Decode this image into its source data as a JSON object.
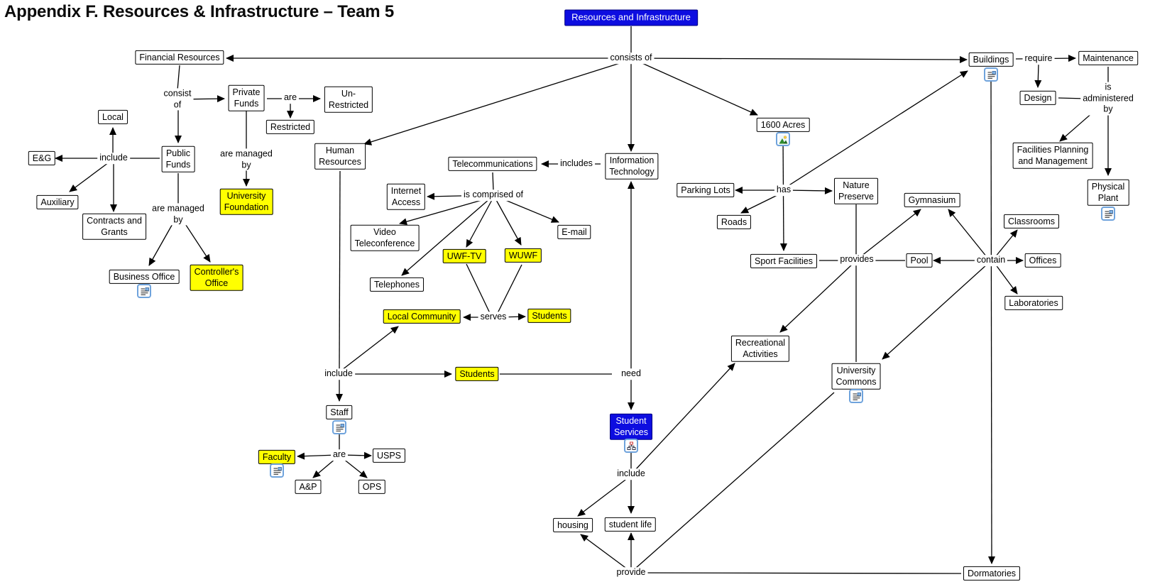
{
  "title": "Appendix F. Resources & Infrastructure – Team 5",
  "colors": {
    "highlight_yellow": "#ffff00",
    "root_blue": "#0d0de0",
    "node_border": "#000000",
    "icon_border": "#6fa3dc",
    "line": "#000000"
  },
  "nodes": {
    "ri": {
      "label": "Resources and Infrastructure"
    },
    "financial_resources": {
      "label": "Financial Resources"
    },
    "private_funds": {
      "label": "Private\nFunds"
    },
    "unrestricted": {
      "label": "Un-\nRestricted"
    },
    "restricted": {
      "label": "Restricted"
    },
    "university_foundation": {
      "label": "University\nFoundation"
    },
    "local": {
      "label": "Local"
    },
    "eg": {
      "label": "E&G"
    },
    "public_funds": {
      "label": "Public\nFunds"
    },
    "auxiliary": {
      "label": "Auxiliary"
    },
    "contracts_grants": {
      "label": "Contracts and\nGrants"
    },
    "business_office": {
      "label": "Business Office"
    },
    "controllers_office": {
      "label": "Controller's\nOffice"
    },
    "human_resources": {
      "label": "Human\nResources"
    },
    "telecommunications": {
      "label": "Telecommunications"
    },
    "information_technology": {
      "label": "Information\nTechnology"
    },
    "internet_access": {
      "label": "Internet\nAccess"
    },
    "video_teleconference": {
      "label": "Video\nTeleconference"
    },
    "email": {
      "label": "E-mail"
    },
    "uwf_tv": {
      "label": "UWF-TV"
    },
    "wuwf": {
      "label": "WUWF"
    },
    "telephones": {
      "label": "Telephones"
    },
    "local_community": {
      "label": "Local Community"
    },
    "students_serves": {
      "label": "Students"
    },
    "students_include": {
      "label": "Students"
    },
    "staff": {
      "label": "Staff"
    },
    "faculty": {
      "label": "Faculty"
    },
    "usps": {
      "label": "USPS"
    },
    "ap": {
      "label": "A&P"
    },
    "ops": {
      "label": "OPS"
    },
    "acres_1600": {
      "label": "1600 Acres"
    },
    "parking_lots": {
      "label": "Parking Lots"
    },
    "nature_preserve": {
      "label": "Nature\nPreserve"
    },
    "roads": {
      "label": "Roads"
    },
    "sport_facilities": {
      "label": "Sport Facilities"
    },
    "pool": {
      "label": "Pool"
    },
    "gymnasium": {
      "label": "Gymnasium"
    },
    "classrooms": {
      "label": "Classrooms"
    },
    "offices": {
      "label": "Offices"
    },
    "laboratories": {
      "label": "Laboratories"
    },
    "recreational_activities": {
      "label": "Recreational\nActivities"
    },
    "university_commons": {
      "label": "University\nCommons"
    },
    "student_services": {
      "label": "Student\nServices"
    },
    "housing": {
      "label": "housing"
    },
    "student_life": {
      "label": "student life"
    },
    "dormatories": {
      "label": "Dormatories"
    },
    "buildings": {
      "label": "Buildings"
    },
    "maintenance": {
      "label": "Maintenance"
    },
    "design": {
      "label": "Design"
    },
    "fpm": {
      "label": "Facilities Planning\nand Management"
    },
    "physical_plant": {
      "label": "Physical\nPlant"
    }
  },
  "link_labels": {
    "consists_of": {
      "text": "consists of"
    },
    "consist_of": {
      "text": "consist\nof"
    },
    "are_private": {
      "text": "are"
    },
    "are_managed_by_private": {
      "text": "are managed\nby"
    },
    "include_public": {
      "text": "include"
    },
    "are_managed_by_public": {
      "text": "are managed\nby"
    },
    "includes": {
      "text": "includes"
    },
    "is_comprised_of": {
      "text": "is comprised of"
    },
    "serves": {
      "text": "serves"
    },
    "include_hr": {
      "text": "include"
    },
    "need": {
      "text": "need"
    },
    "are_staff": {
      "text": "are"
    },
    "has": {
      "text": "has"
    },
    "provides": {
      "text": "provides"
    },
    "contain": {
      "text": "contain"
    },
    "require": {
      "text": "require"
    },
    "is_administered_by": {
      "text": "is administered by"
    },
    "include_ss": {
      "text": "include"
    },
    "provide": {
      "text": "provide"
    }
  },
  "icons": {
    "buildings": "document-icon",
    "business_office": "document-icon",
    "staff": "document-icon",
    "faculty": "document-icon",
    "physical_plant": "document-icon",
    "university_commons": "document-icon",
    "acres_1600": "image-icon",
    "student_services": "org-chart-icon"
  },
  "propositions": [
    {
      "from": [
        "Resources and Infrastructure"
      ],
      "label": "consists of",
      "to": [
        "Financial Resources",
        "Buildings",
        "Human Resources",
        "Information Technology",
        "1600 Acres"
      ]
    },
    {
      "from": [
        "Financial Resources"
      ],
      "label": "consist of",
      "to": [
        "Private Funds",
        "Public Funds"
      ]
    },
    {
      "from": [
        "Private Funds"
      ],
      "label": "are",
      "to": [
        "Un-Restricted",
        "Restricted"
      ]
    },
    {
      "from": [
        "Private Funds"
      ],
      "label": "are managed by",
      "to": [
        "University Foundation"
      ]
    },
    {
      "from": [
        "Public Funds"
      ],
      "label": "include",
      "to": [
        "E&G",
        "Local",
        "Auxiliary",
        "Contracts and Grants"
      ]
    },
    {
      "from": [
        "Public Funds"
      ],
      "label": "are managed by",
      "to": [
        "Business Office",
        "Controller's Office"
      ]
    },
    {
      "from": [
        "Human Resources"
      ],
      "label": "include",
      "to": [
        "Staff",
        "Students",
        "Local Community"
      ]
    },
    {
      "from": [
        "Staff"
      ],
      "label": "are",
      "to": [
        "Faculty",
        "USPS",
        "A&P",
        "OPS"
      ]
    },
    {
      "from": [
        "Information Technology"
      ],
      "label": "includes",
      "to": [
        "Telecommunications"
      ]
    },
    {
      "from": [
        "Telecommunications"
      ],
      "label": "is comprised of",
      "to": [
        "Internet Access",
        "Video Teleconference",
        "Telephones",
        "UWF-TV",
        "WUWF",
        "E-mail"
      ]
    },
    {
      "from": [
        "UWF-TV",
        "WUWF"
      ],
      "label": "serves",
      "to": [
        "Local Community",
        "Students"
      ]
    },
    {
      "from": [
        "Students"
      ],
      "label": "need",
      "to": [
        "Information Technology",
        "Student Services"
      ]
    },
    {
      "from": [
        "Student Services"
      ],
      "label": "include",
      "to": [
        "housing",
        "student life",
        "Recreational Activities"
      ]
    },
    {
      "from": [
        "1600 Acres"
      ],
      "label": "has",
      "to": [
        "Parking Lots",
        "Nature Preserve",
        "Roads",
        "Sport Facilities",
        "Buildings"
      ]
    },
    {
      "from": [
        "Nature Preserve",
        "Sport Facilities",
        "Pool"
      ],
      "label": "provides",
      "to": [
        "Recreational Activities",
        "Gymnasium",
        "University Commons"
      ]
    },
    {
      "from": [
        "Buildings"
      ],
      "label": "contain",
      "to": [
        "Pool",
        "Gymnasium",
        "Classrooms",
        "Offices",
        "Laboratories",
        "University Commons",
        "Dormatories"
      ]
    },
    {
      "from": [
        "Buildings"
      ],
      "label": "require",
      "to": [
        "Maintenance",
        "Design"
      ]
    },
    {
      "from": [
        "Design",
        "Maintenance"
      ],
      "label": "is administered by",
      "to": [
        "Facilities Planning and Management",
        "Physical Plant"
      ]
    },
    {
      "from": [
        "University Commons",
        "Dormatories"
      ],
      "label": "provide",
      "to": [
        "housing",
        "student life"
      ]
    }
  ]
}
